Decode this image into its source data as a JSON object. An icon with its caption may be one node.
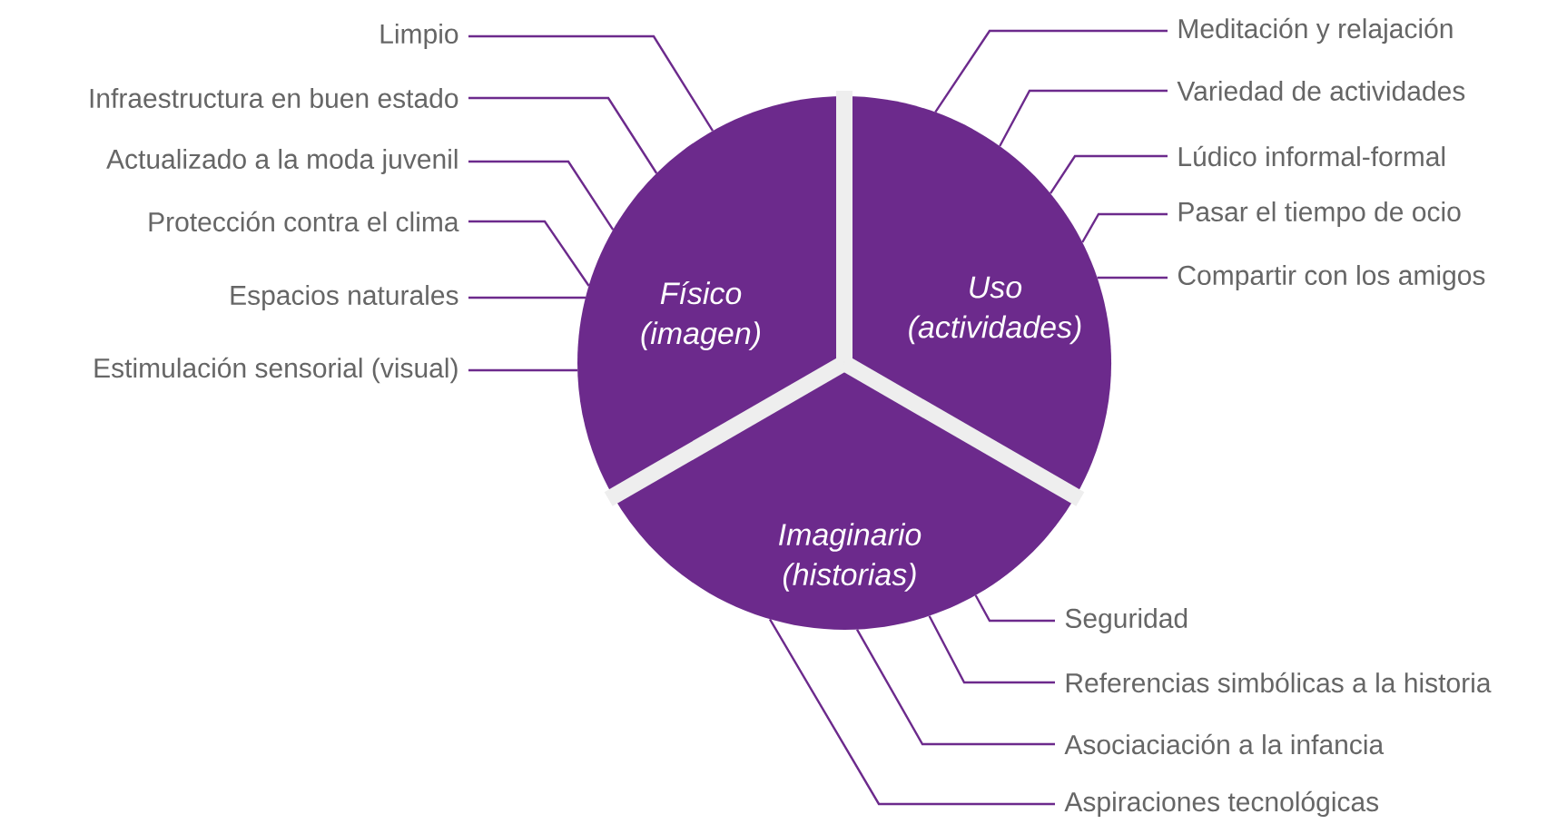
{
  "diagram": {
    "nodes": [
      {
        "text": [
          "Físico",
          "(imagen)"
        ]
      },
      {
        "text": [
          "Uso",
          "(actividades)"
        ]
      },
      {
        "text": [
          "Imaginario",
          "(historias)"
        ]
      },
      {
        "text": [
          "Limpio"
        ]
      },
      {
        "text": [
          "Infraestructura en buen estado"
        ]
      },
      {
        "text": [
          "Actualizado a la moda juvenil"
        ]
      },
      {
        "text": [
          "Protección contra el clima"
        ]
      },
      {
        "text": [
          "Espacios naturales"
        ]
      },
      {
        "text": [
          "Estimulación sensorial (visual)"
        ]
      },
      {
        "text": [
          "Meditación y relajación"
        ]
      },
      {
        "text": [
          "Variedad de actividades"
        ]
      },
      {
        "text": [
          "Lúdico informal-formal"
        ]
      },
      {
        "text": [
          "Pasar el tiempo de ocio"
        ]
      },
      {
        "text": [
          "Compartir con los amigos"
        ]
      },
      {
        "text": [
          "Seguridad"
        ]
      },
      {
        "text": [
          "Referencias simbólicas a la historia"
        ]
      },
      {
        "text": [
          "Asociaciación a la infancia"
        ]
      },
      {
        "text": [
          "Aspiraciones tecnológicas"
        ]
      }
    ],
    "edges": [
      {
        "from": 3,
        "to": 0,
        "arrow": "none"
      },
      {
        "from": 4,
        "to": 0,
        "arrow": "none"
      },
      {
        "from": 5,
        "to": 0,
        "arrow": "none"
      },
      {
        "from": 6,
        "to": 0,
        "arrow": "none"
      },
      {
        "from": 7,
        "to": 0,
        "arrow": "none"
      },
      {
        "from": 8,
        "to": 0,
        "arrow": "none"
      },
      {
        "from": 9,
        "to": 1,
        "arrow": "none"
      },
      {
        "from": 10,
        "to": 1,
        "arrow": "none"
      },
      {
        "from": 11,
        "to": 1,
        "arrow": "none"
      },
      {
        "from": 12,
        "to": 1,
        "arrow": "none"
      },
      {
        "from": 13,
        "to": 1,
        "arrow": "none"
      },
      {
        "from": 14,
        "to": 2,
        "arrow": "none"
      },
      {
        "from": 15,
        "to": 2,
        "arrow": "none"
      },
      {
        "from": 16,
        "to": 2,
        "arrow": "none"
      },
      {
        "from": 17,
        "to": 2,
        "arrow": "none"
      }
    ]
  }
}
